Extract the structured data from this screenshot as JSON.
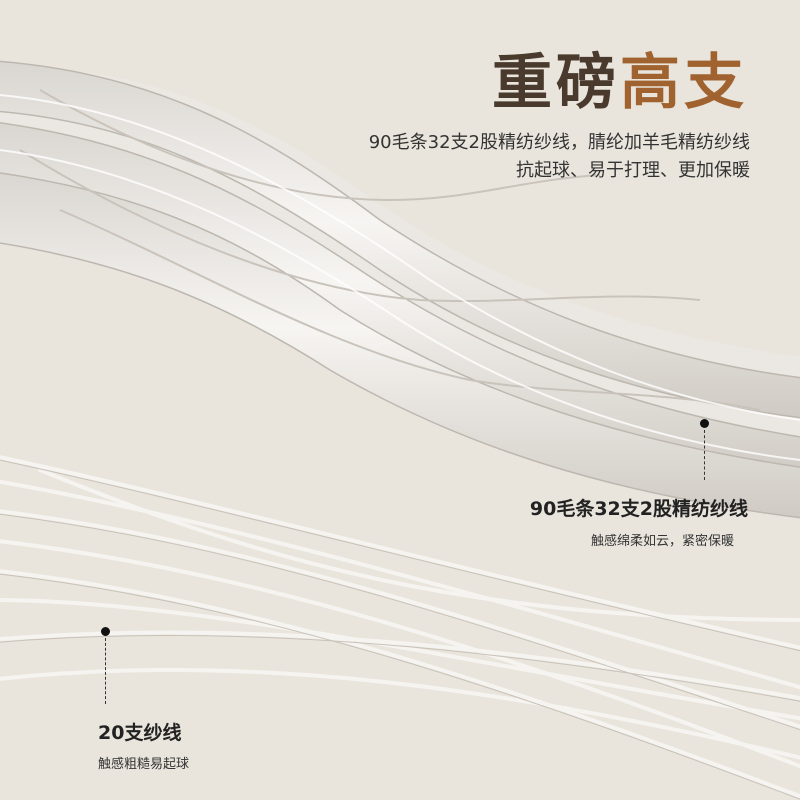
{
  "heading": {
    "part1": "重磅",
    "part2": "高支"
  },
  "intro": {
    "line1": "90毛条32支2股精纺纱线，腈纶加羊毛精纺纱线",
    "line2": "抗起球、易于打理、更加保暖"
  },
  "callout_fine": {
    "title": "90毛条32支2股精纺纱线",
    "subtitle": "触感绵柔如云，紧密保暖"
  },
  "callout_coarse": {
    "title": "20支纱线",
    "subtitle": "触感粗糙易起球"
  },
  "colors": {
    "background": "#e9e5dd",
    "heading_dark": "#4a3a2e",
    "heading_accent": "#a0622e",
    "yarn": "#f4f2ee"
  }
}
